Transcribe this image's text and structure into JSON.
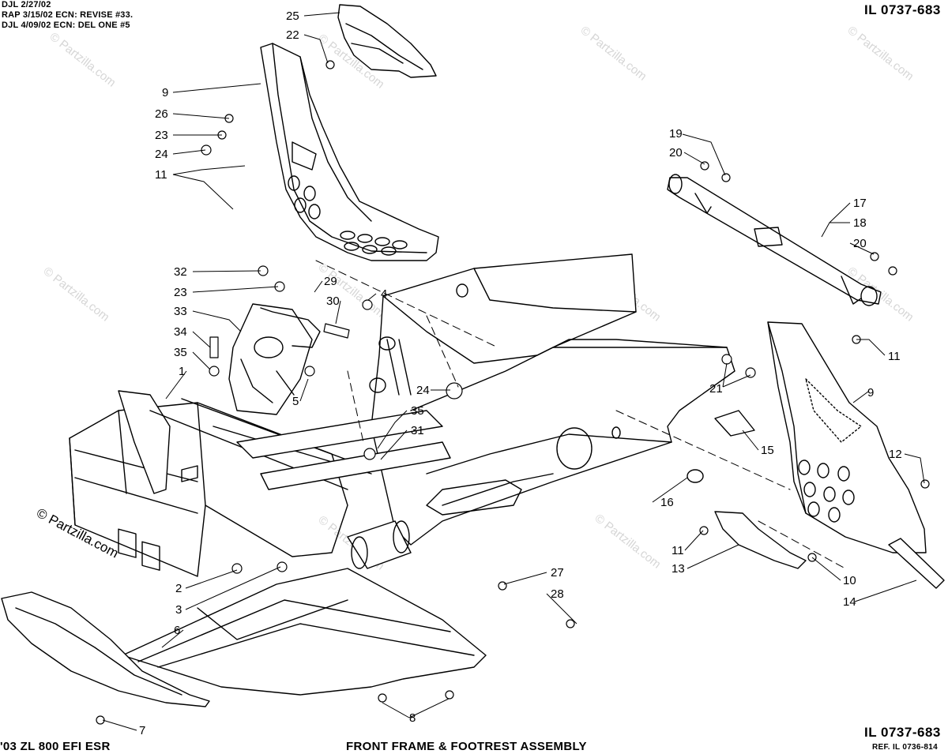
{
  "header": {
    "revisions": [
      "DJL 2/27/02",
      "RAP 3/15/02 ECN: REVISE #33.",
      "DJL 4/09/02 ECN: DEL ONE #5"
    ],
    "illustration_number": "IL 0737-683"
  },
  "footer": {
    "model": "'03 ZL 800 EFI ESR",
    "title": "FRONT FRAME & FOOTREST ASSEMBLY",
    "illustration_number": "IL 0737-683",
    "reference": "REF. IL 0736-814"
  },
  "watermark": "© Partzilla.com",
  "callouts": [
    {
      "id": "c25",
      "label": "25"
    },
    {
      "id": "c22",
      "label": "22"
    },
    {
      "id": "c9a",
      "label": "9"
    },
    {
      "id": "c26",
      "label": "26"
    },
    {
      "id": "c23a",
      "label": "23"
    },
    {
      "id": "c24a",
      "label": "24"
    },
    {
      "id": "c11a",
      "label": "11"
    },
    {
      "id": "c32",
      "label": "32"
    },
    {
      "id": "c23b",
      "label": "23"
    },
    {
      "id": "c29",
      "label": "29"
    },
    {
      "id": "c30",
      "label": "30"
    },
    {
      "id": "c4",
      "label": "4"
    },
    {
      "id": "c33",
      "label": "33"
    },
    {
      "id": "c34",
      "label": "34"
    },
    {
      "id": "c35a",
      "label": "35"
    },
    {
      "id": "c1",
      "label": "1"
    },
    {
      "id": "c5",
      "label": "5"
    },
    {
      "id": "c24b",
      "label": "24"
    },
    {
      "id": "c35b",
      "label": "35"
    },
    {
      "id": "c31",
      "label": "31"
    },
    {
      "id": "c2",
      "label": "2"
    },
    {
      "id": "c3",
      "label": "3"
    },
    {
      "id": "c6",
      "label": "6"
    },
    {
      "id": "c7",
      "label": "7"
    },
    {
      "id": "c8",
      "label": "8"
    },
    {
      "id": "c27",
      "label": "27"
    },
    {
      "id": "c28",
      "label": "28"
    },
    {
      "id": "c16",
      "label": "16"
    },
    {
      "id": "c19",
      "label": "19"
    },
    {
      "id": "c20a",
      "label": "20"
    },
    {
      "id": "c17",
      "label": "17"
    },
    {
      "id": "c18",
      "label": "18"
    },
    {
      "id": "c20b",
      "label": "20"
    },
    {
      "id": "c11b",
      "label": "11"
    },
    {
      "id": "c21",
      "label": "21"
    },
    {
      "id": "c9b",
      "label": "9"
    },
    {
      "id": "c15",
      "label": "15"
    },
    {
      "id": "c12",
      "label": "12"
    },
    {
      "id": "c11c",
      "label": "11"
    },
    {
      "id": "c13",
      "label": "13"
    },
    {
      "id": "c10",
      "label": "10"
    },
    {
      "id": "c14",
      "label": "14"
    }
  ]
}
